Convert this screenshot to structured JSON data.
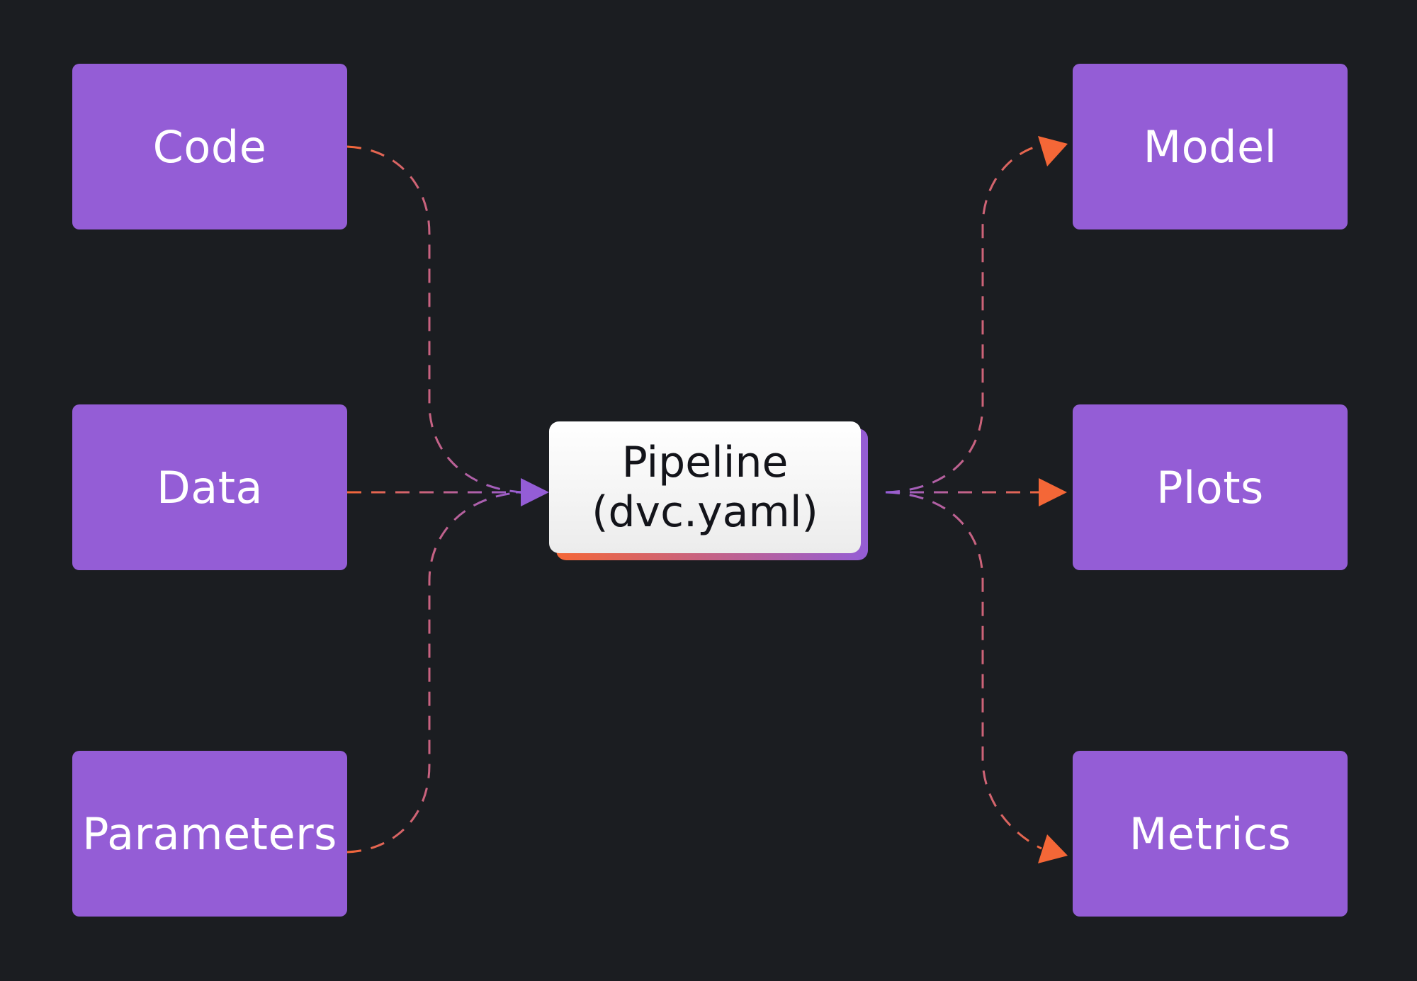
{
  "diagram": {
    "inputs": [
      {
        "id": "code",
        "label": "Code"
      },
      {
        "id": "data",
        "label": "Data"
      },
      {
        "id": "params",
        "label": "Parameters"
      }
    ],
    "pipeline": {
      "line1": "Pipeline",
      "line2": "(dvc.yaml)"
    },
    "outputs": [
      {
        "id": "model",
        "label": "Model"
      },
      {
        "id": "plots",
        "label": "Plots"
      },
      {
        "id": "metrics",
        "label": "Metrics"
      }
    ],
    "edges": [
      {
        "from": "code",
        "to": "pipeline"
      },
      {
        "from": "data",
        "to": "pipeline"
      },
      {
        "from": "params",
        "to": "pipeline"
      },
      {
        "from": "pipeline",
        "to": "model"
      },
      {
        "from": "pipeline",
        "to": "plots"
      },
      {
        "from": "pipeline",
        "to": "metrics"
      }
    ],
    "colors": {
      "background": "#1b1d21",
      "node_fill": "#945dd6",
      "node_text": "#ffffff",
      "pipeline_fill": "#ffffff",
      "pipeline_text": "#13141a",
      "accent_orange": "#f46737",
      "accent_purple": "#945dd6"
    }
  }
}
